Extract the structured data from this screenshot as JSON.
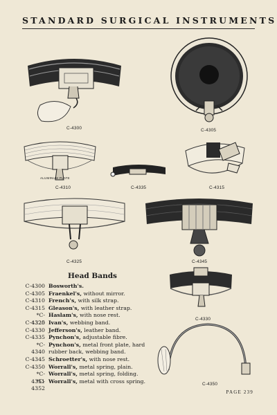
{
  "header": {
    "title": "STANDARD SURGICAL INSTRUMENTS"
  },
  "figures": {
    "c4300": "C-4300",
    "c4305": "C-4305",
    "c4310": "C-4310",
    "c4310_plate": "ALUMINUM  PLATE",
    "c4335": "C-4335",
    "c4315": "C-4315",
    "c4325": "C-4325",
    "c4345": "C-4345",
    "c4330": "C-4330",
    "c4350": "C-4350"
  },
  "section": {
    "title": "Head Bands"
  },
  "items": [
    {
      "code": "C-4300",
      "name": "Bosworth's.",
      "desc": ""
    },
    {
      "code": "C-4305",
      "name": "Fraenkel's,",
      "desc": " without mirror."
    },
    {
      "code": "C-4310",
      "name": "French's,",
      "desc": " with silk strap."
    },
    {
      "code": "C-4315",
      "name": "Gleason's,",
      "desc": " with leather strap."
    },
    {
      "code": "*C-4320",
      "name": "Haslam's,",
      "desc": " with nose rest."
    },
    {
      "code": "C-4325",
      "name": "Ivan's,",
      "desc": " webbing band."
    },
    {
      "code": "C-4330",
      "name": "Jefferson's,",
      "desc": " leather band."
    },
    {
      "code": "C-4335",
      "name": "Pynchon's,",
      "desc": " adjustable fibre."
    },
    {
      "code": "*C-4340",
      "name": "Pynchon's,",
      "desc": " metal front plate, hard rubber back, webbing band."
    },
    {
      "code": "C-4345",
      "name": "Schroetter's,",
      "desc": " with nose rest."
    },
    {
      "code": "C-4350",
      "name": "Worrall's,",
      "desc": " metal spring, plain."
    },
    {
      "code": "*C-4351",
      "name": "Worrall's,",
      "desc": " metal spring, folding."
    },
    {
      "code": "*C-4352",
      "name": "Worrall's,",
      "desc": " metal with cross spring."
    }
  ],
  "footer": {
    "page": "PAGE 239"
  }
}
